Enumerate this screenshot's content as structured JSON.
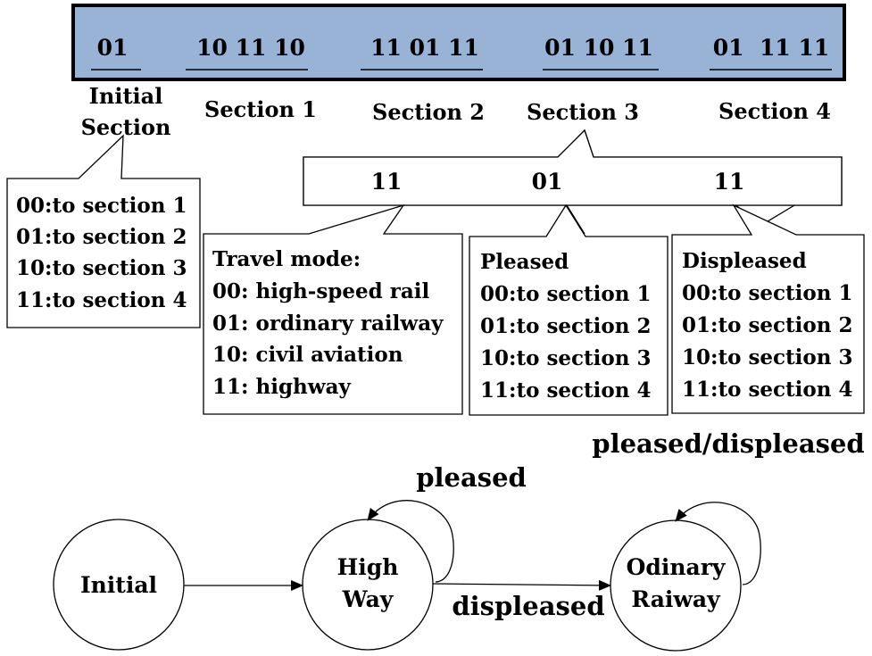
{
  "chromosome": {
    "fill_color": "#98b3d6",
    "groups": [
      "01",
      "10 11 10",
      "11 01 11",
      "01 10 11",
      "01  11 11"
    ],
    "section_labels": {
      "initial_line1": "Initial",
      "initial_line2": "Section",
      "s1": "Section 1",
      "s2": "Section 2",
      "s3": "Section 3",
      "s4": "Section 4"
    }
  },
  "initial_box": {
    "lines": [
      "00:to section 1",
      "01:to section 2",
      "10:to section 3",
      "11:to section 4"
    ]
  },
  "section3_detail": {
    "genes": [
      "11",
      "01",
      "11"
    ]
  },
  "travel_mode_box": {
    "lines": [
      "Travel mode:",
      "00: high-speed rail",
      "01: ordinary railway",
      "10: civil aviation",
      "11: highway"
    ]
  },
  "pleased_box": {
    "lines": [
      "Pleased",
      "00:to section 1",
      "01:to section 2",
      "10:to section 3",
      "11:to section 4"
    ]
  },
  "displeased_box": {
    "lines": [
      "Displeased",
      "00:to section 1",
      "01:to section 2",
      "10:to section 3",
      "11:to section 4"
    ]
  },
  "state_diagram": {
    "states": {
      "initial": "Initial",
      "highway_line1": "High",
      "highway_line2": "Way",
      "railway_line1": "Odinary",
      "railway_line2": "Raiway"
    },
    "labels": {
      "self_loop_highway": "pleased",
      "self_loop_railway": "pleased/displeased",
      "transition": "displeased"
    }
  }
}
